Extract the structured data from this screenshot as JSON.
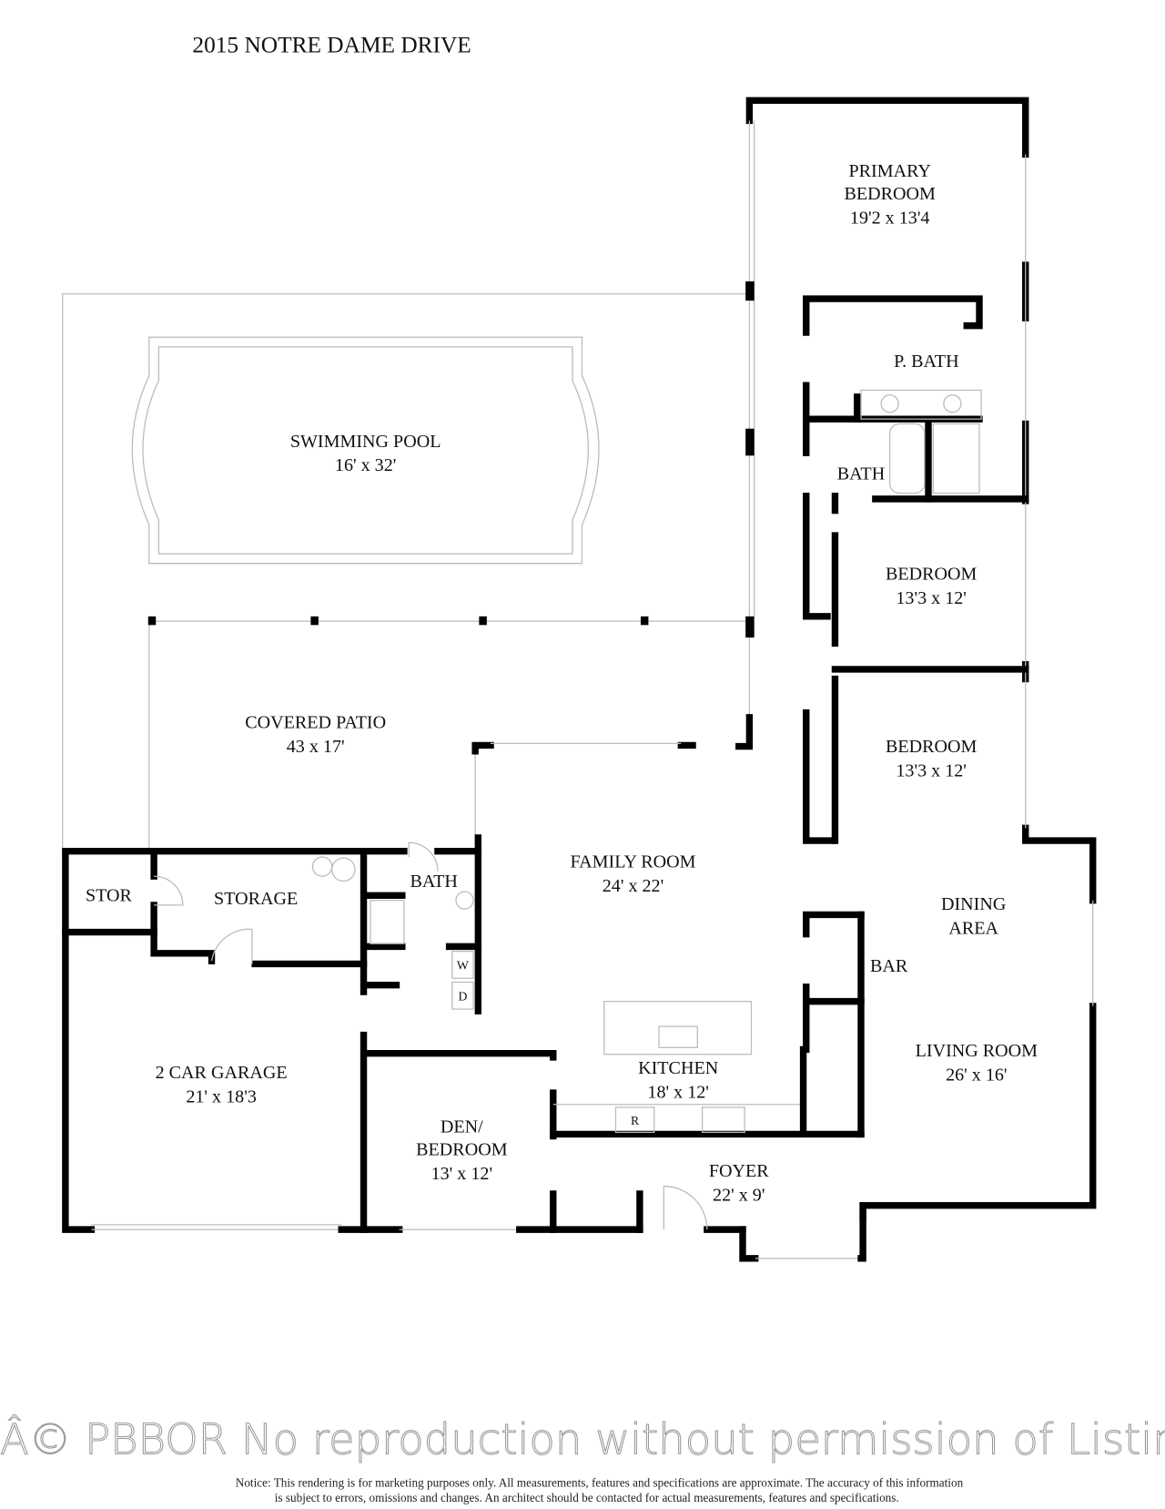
{
  "title": "2015 NOTRE DAME DRIVE",
  "rooms": {
    "primary_bedroom": {
      "name1": "PRIMARY",
      "name2": "BEDROOM",
      "size": "19'2 x 13'4"
    },
    "p_bath": {
      "name": "P. BATH"
    },
    "bath_hall": {
      "name": "BATH"
    },
    "pool": {
      "name": "SWIMMING POOL",
      "size": "16' x 32'"
    },
    "bedroom2": {
      "name": "BEDROOM",
      "size": "13'3 x 12'"
    },
    "bedroom3": {
      "name": "BEDROOM",
      "size": "13'3 x 12'"
    },
    "patio": {
      "name": "COVERED PATIO",
      "size": "43 x 17'"
    },
    "family": {
      "name": "FAMILY ROOM",
      "size": "24' x 22'"
    },
    "stor": {
      "name": "STOR"
    },
    "storage": {
      "name": "STORAGE"
    },
    "bath_laundry": {
      "name": "BATH"
    },
    "washer": "W",
    "dryer": "D",
    "dining": {
      "name1": "DINING",
      "name2": "AREA"
    },
    "bar": {
      "name": "BAR"
    },
    "living": {
      "name": "LIVING ROOM",
      "size": "26' x 16'"
    },
    "kitchen": {
      "name": "KITCHEN",
      "size": "18' x 12'"
    },
    "fridge": "R",
    "garage": {
      "name": "2 CAR GARAGE",
      "size": "21' x 18'3"
    },
    "den": {
      "name1": "DEN/",
      "name2": "BEDROOM",
      "size": "13' x 12'"
    },
    "foyer": {
      "name": "FOYER",
      "size": "22' x 9'"
    }
  },
  "watermark": "Â© PBBOR No reproduction without permission of Listing Brok",
  "notice": {
    "line1": "Notice: This rendering is for marketing purposes only. All measurements, features and specifications are approximate. The accuracy of this information",
    "line2": "is subject to errors, omissions and changes. An architect should be contacted for actual measurements, features and specifications."
  }
}
